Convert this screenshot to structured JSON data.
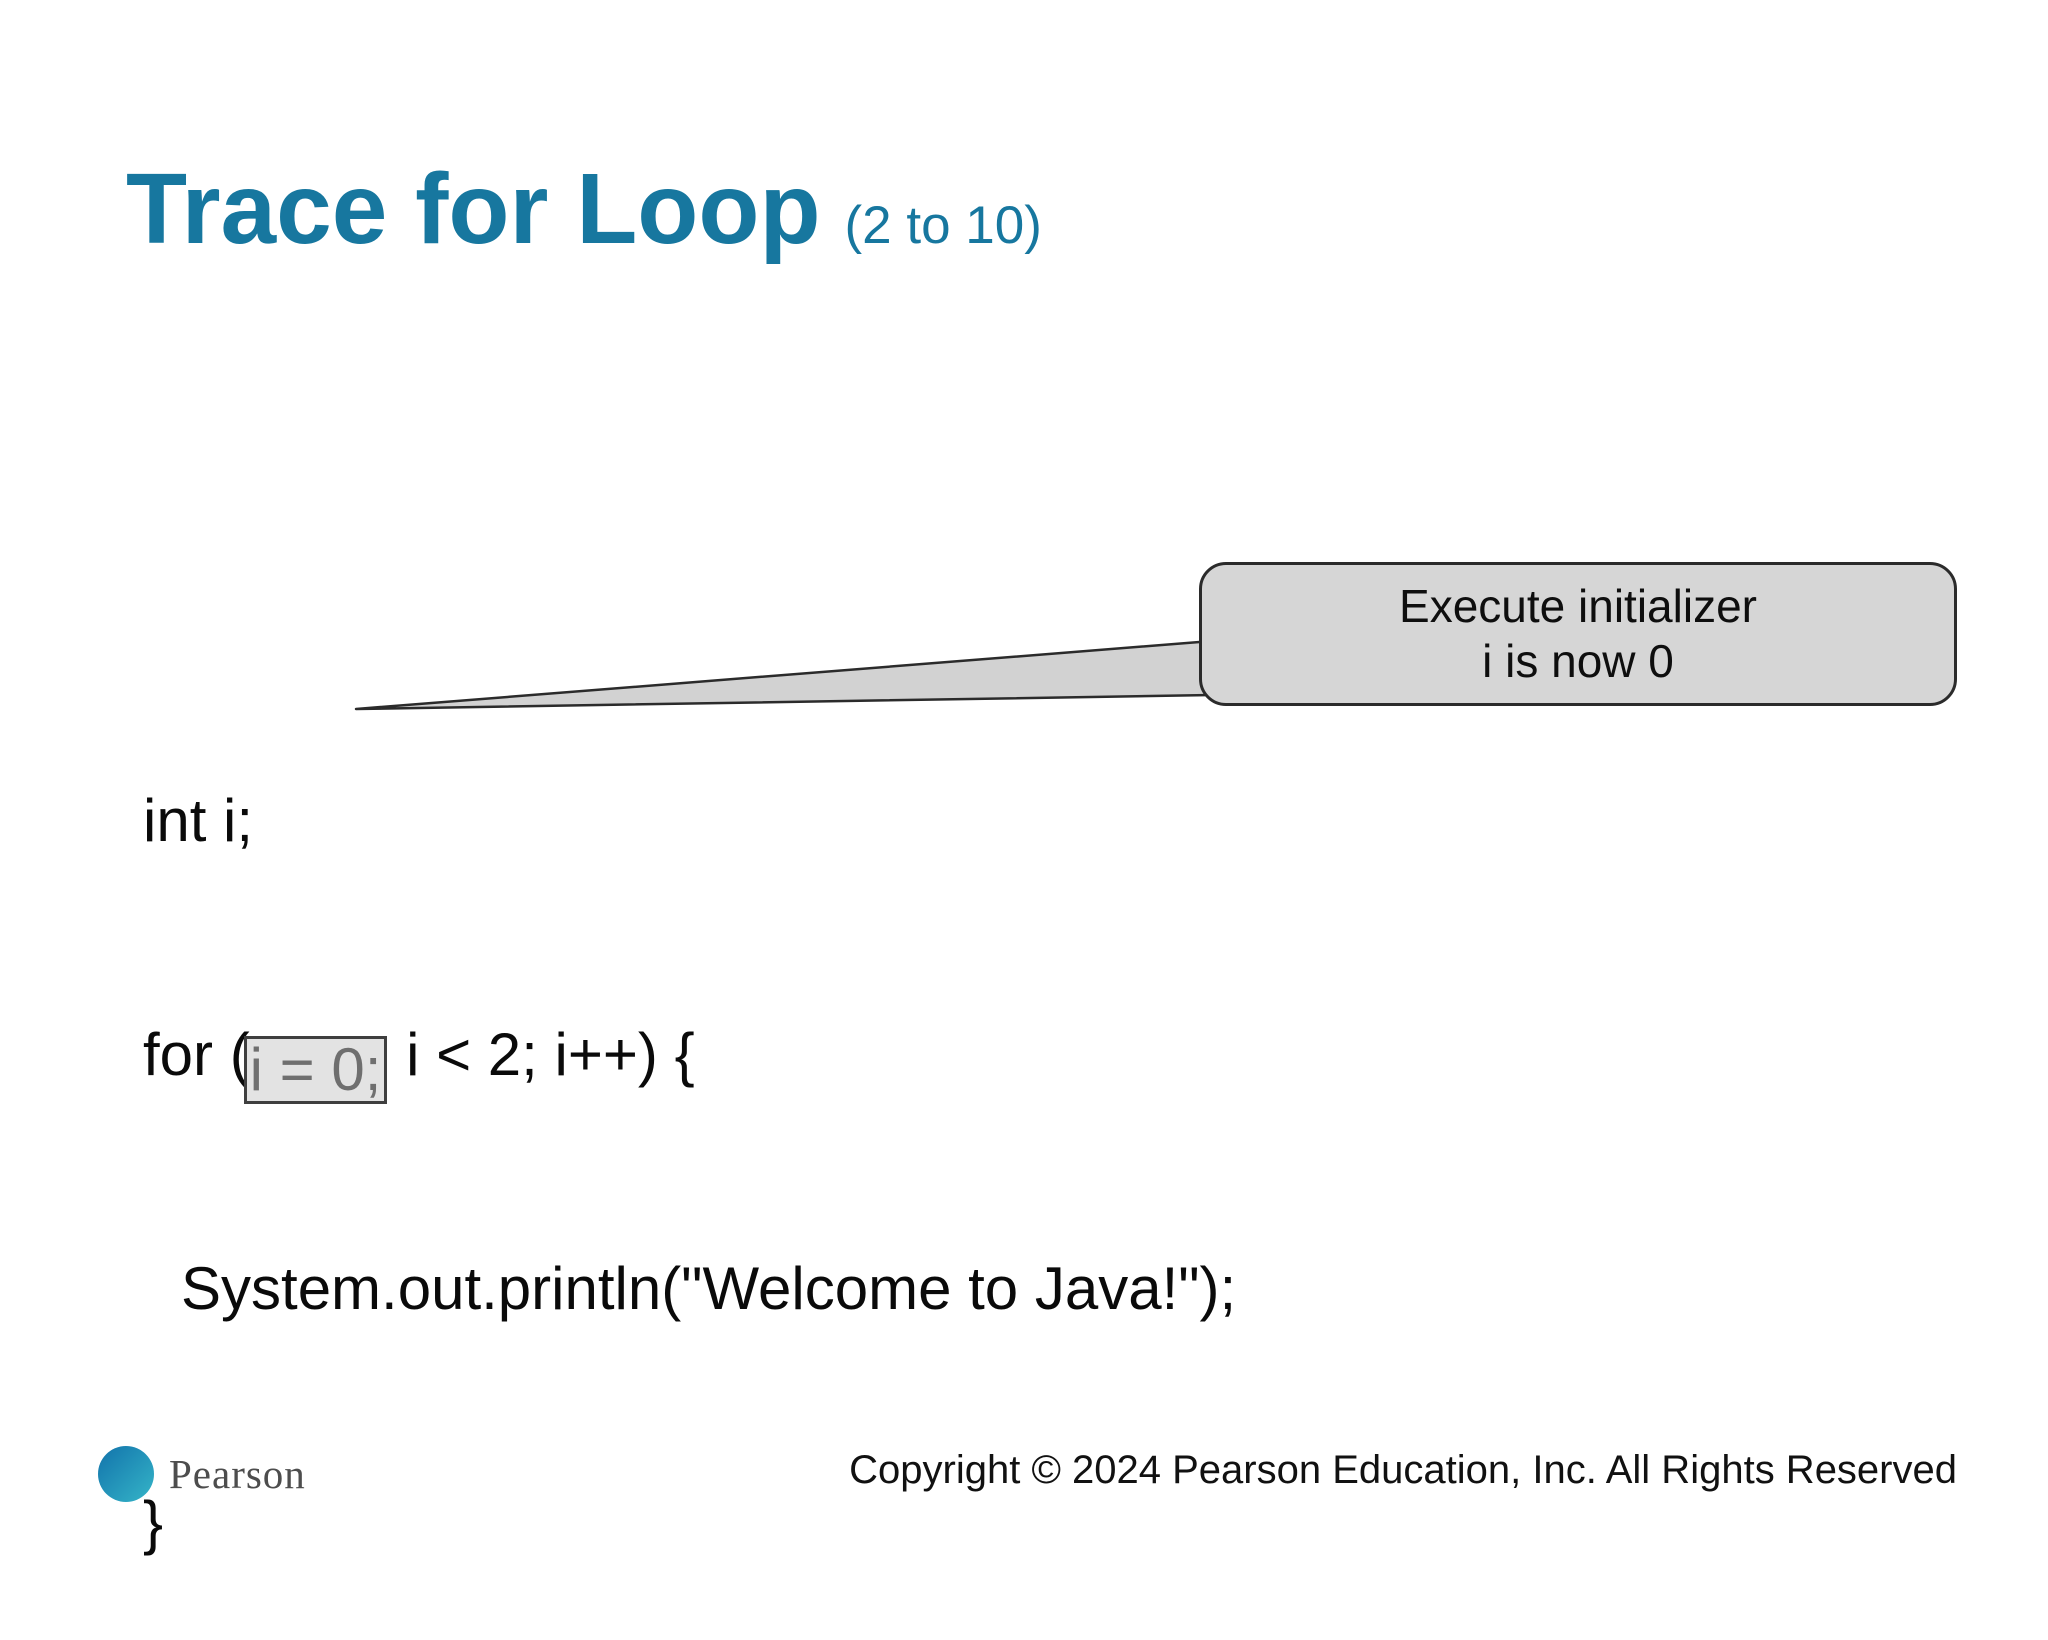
{
  "slide_title": {
    "text": "Trace for Loop",
    "suffix": "(2 to 10)"
  },
  "code_block": {
    "line1": "int i;",
    "line2_prefix": "for (",
    "line2_highlighted": "i = 0;",
    "line2_rest": " i < 2; i++) {",
    "line3": "System.out.println(\"Welcome to Java!\");",
    "line4": "}"
  },
  "callout": {
    "line1": "Execute initializer",
    "line2": "i is now 0"
  },
  "footer": {
    "brand_name": "Pearson",
    "copyright_text": "Copyright © 2024 Pearson Education, Inc. All Rights Reserved"
  },
  "colors": {
    "title_accent": "#17779f",
    "code_text": "#0a0a0a",
    "callout_fill": "#d6d6d6",
    "callout_border": "#2b2b2b",
    "pointer_fill": "#d2d2d2",
    "highlight_fill": "#e3e3e3",
    "highlight_border": "#3f3f3f",
    "highlight_text": "#6f6f6f",
    "logo_blue": "#1273ab",
    "logo_teal": "#35b5c8",
    "brand_text": "#4d4d4d"
  }
}
